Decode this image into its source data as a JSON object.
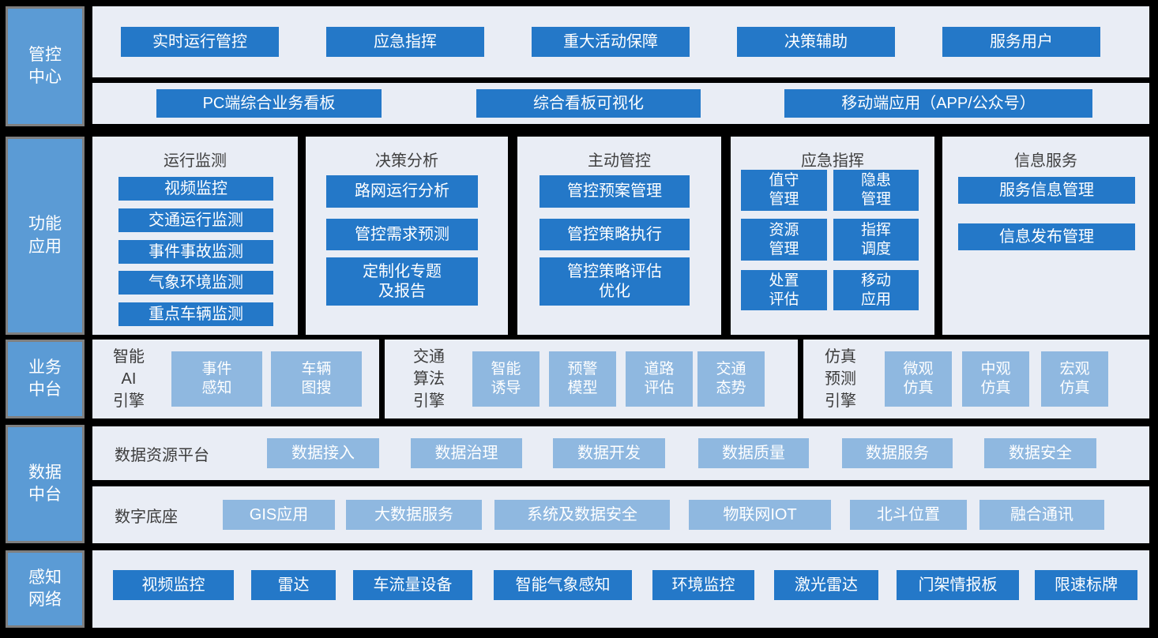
{
  "colors": {
    "background": "#000000",
    "panel": "#E9EDF5",
    "primary_blue": "#2478C8",
    "light_blue": "#8FB8E0",
    "side_label_blue": "#5B9BD5",
    "side_label_border": "#7F7F7F",
    "label_text": "#404040",
    "button_text": "#FFFFFF"
  },
  "side_labels": [
    "管控\n中心",
    "功能\n应用",
    "业务\n中台",
    "数据\n中台",
    "感知\n网络"
  ],
  "control_center": {
    "top_buttons": [
      "实时运行管控",
      "应急指挥",
      "重大活动保障",
      "决策辅助",
      "服务用户"
    ],
    "board_buttons": [
      "PC端综合业务看板",
      "综合看板可视化",
      "移动端应用（APP/公众号）"
    ]
  },
  "function_app": {
    "columns": [
      {
        "title": "运行监测",
        "buttons": [
          "视频监控",
          "交通运行监测",
          "事件事故监测",
          "气象环境监测",
          "重点车辆监测"
        ]
      },
      {
        "title": "决策分析",
        "buttons": [
          "路网运行分析",
          "管控需求预测",
          "定制化专题\n及报告"
        ]
      },
      {
        "title": "主动管控",
        "buttons": [
          "管控预案管理",
          "管控策略执行",
          "管控策略评估\n优化"
        ]
      },
      {
        "title": "应急指挥",
        "buttons": [
          "值守\n管理",
          "隐患\n管理",
          "资源\n管理",
          "指挥\n调度",
          "处置\n评估",
          "移动\n应用"
        ]
      },
      {
        "title": "信息服务",
        "buttons": [
          "服务信息管理",
          "信息发布管理"
        ]
      }
    ]
  },
  "business_platform": {
    "engines": [
      {
        "label": "智能\nAI\n引擎",
        "buttons": [
          "事件\n感知",
          "车辆\n图搜"
        ]
      },
      {
        "label": "交通\n算法\n引擎",
        "buttons": [
          "智能\n诱导",
          "预警\n模型",
          "道路\n评估",
          "交通\n态势"
        ]
      },
      {
        "label": "仿真\n预测\n引擎",
        "buttons": [
          "微观\n仿真",
          "中观\n仿真",
          "宏观\n仿真"
        ]
      }
    ]
  },
  "data_platform": {
    "rows": [
      {
        "label": "数据资源平台",
        "buttons": [
          "数据接入",
          "数据治理",
          "数据开发",
          "数据质量",
          "数据服务",
          "数据安全"
        ]
      },
      {
        "label": "数字底座",
        "buttons": [
          "GIS应用",
          "大数据服务",
          "系统及数据安全",
          "物联网IOT",
          "北斗位置",
          "融合通讯"
        ]
      }
    ]
  },
  "perception_network": {
    "buttons": [
      "视频监控",
      "雷达",
      "车流量设备",
      "智能气象感知",
      "环境监控",
      "激光雷达",
      "门架情报板",
      "限速标牌"
    ]
  }
}
